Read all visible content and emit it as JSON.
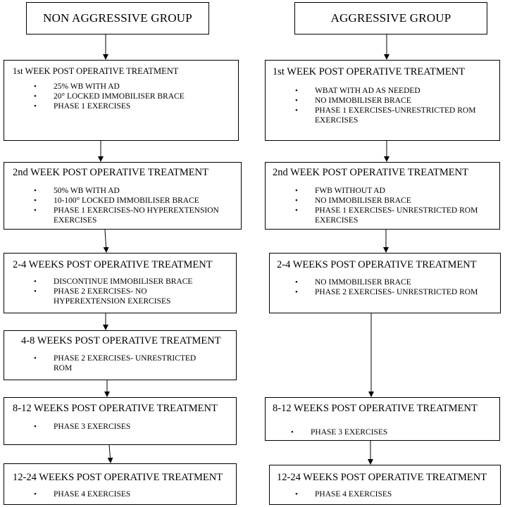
{
  "left": {
    "header": "NON AGGRESSIVE GROUP",
    "boxes": [
      {
        "title": "1st WEEK POST OPERATIVE TREATMENT",
        "items": [
          "25% WB WITH AD",
          "20° LOCKED IMMOBILISER BRACE",
          "PHASE 1 EXERCISES"
        ]
      },
      {
        "title": "2nd WEEK POST OPERATIVE TREATMENT",
        "items": [
          "50% WB WITH AD",
          "10-100° LOCKED IMMOBILISER BRACE",
          "PHASE 1 EXERCISES-NO HYPEREXTENSION EXERCISES"
        ]
      },
      {
        "title": "2-4 WEEKS POST OPERATIVE TREATMENT",
        "items": [
          "DISCONTINUE IMMOBILISER BRACE",
          "PHASE 2 EXERCISES- NO HYPEREXTENSION EXERCISES"
        ]
      },
      {
        "title": "4-8 WEEKS POST OPERATIVE TREATMENT",
        "items": [
          "PHASE 2 EXERCISES- UNRESTRICTED ROM"
        ]
      },
      {
        "title": "8-12 WEEKS POST OPERATIVE TREATMENT",
        "items": [
          "PHASE 3 EXERCISES"
        ]
      },
      {
        "title": "12-24 WEEKS POST OPERATIVE TREATMENT",
        "items": [
          "PHASE 4 EXERCISES"
        ]
      }
    ]
  },
  "right": {
    "header": "AGGRESSIVE GROUP",
    "boxes": [
      {
        "title": "1st WEEK POST OPERATIVE TREATMENT",
        "items": [
          " WBAT WITH AD AS NEEDED",
          "NO  IMMOBILISER BRACE",
          "PHASE 1 EXERCISES-UNRESTRICTED ROM EXERCISES"
        ]
      },
      {
        "title": "2nd WEEK POST OPERATIVE TREATMENT",
        "items": [
          "FWB WITHOUT AD",
          "NO  IMMOBILISER BRACE",
          "PHASE 1 EXERCISES- UNRESTRICTED ROM EXERCISES"
        ]
      },
      {
        "title": "2-4 WEEKS POST OPERATIVE TREATMENT",
        "items": [
          "NO  IMMOBILISER BRACE",
          "PHASE 2 EXERCISES- UNRESTRICTED ROM"
        ]
      },
      {
        "title": "8-12 WEEKS POST OPERATIVE TREATMENT",
        "items": [
          "PHASE 3 EXERCISES"
        ]
      },
      {
        "title": "12-24 WEEKS POST OPERATIVE TREATMENT",
        "items": [
          "PHASE 4 EXERCISES"
        ]
      }
    ]
  }
}
